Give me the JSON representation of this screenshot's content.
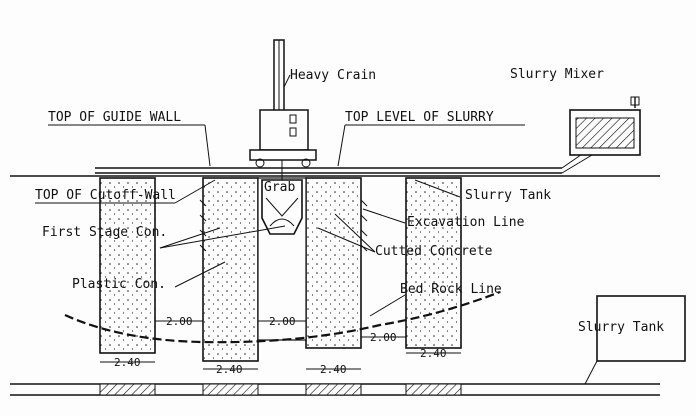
{
  "labels": {
    "heavy_crain": "Heavy Crain",
    "slurry_mixer": "Slurry Mixer",
    "top_guide_wall": "TOP OF GUIDE WALL",
    "top_level_slurry": "TOP LEVEL OF SLURRY",
    "top_cutoff_wall": "TOP OF Cutoff-Wall",
    "grab": "Grab",
    "slurry_tank_upper": "Slurry Tank",
    "excavation_line": "Excavation Line",
    "first_stage_con": "First Stage Con.",
    "cutted_concrete": "Cutted Concrete",
    "plastic_con": "Plastic Con.",
    "bed_rock_line": "Bed Rock Line",
    "slurry_tank_lower": "Slurry Tank"
  },
  "dimensions": {
    "d1": "2.00",
    "d2": "2.00",
    "d3": "2.00",
    "w1": "2.40",
    "w2": "2.40",
    "w3": "2.40",
    "w4": "2.40"
  }
}
